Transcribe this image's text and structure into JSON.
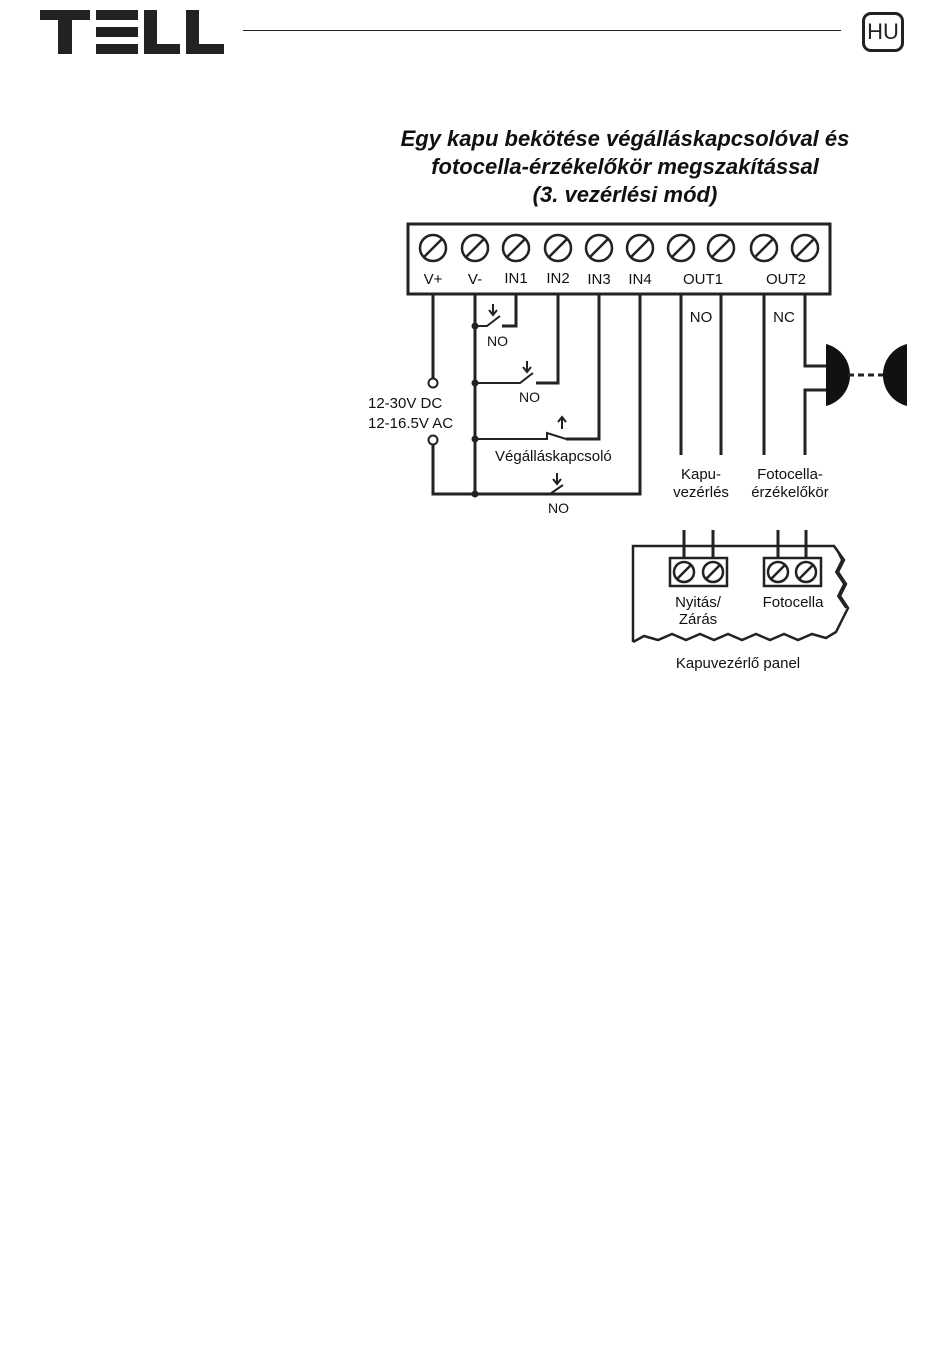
{
  "header": {
    "logo_text": "TELL",
    "language_badge": "HU"
  },
  "diagram": {
    "title_lines": [
      "Egy kapu bekötése végálláskapcsolóval és",
      "fotocella-érzékelőkör megszakítással",
      "(3. vezérlési mód)"
    ],
    "terminals": [
      "V+",
      "V-",
      "IN1",
      "IN2",
      "IN3",
      "IN4",
      "OUT1",
      "OUT2"
    ],
    "out1_contact": "NO",
    "out2_contact": "NC",
    "supply": [
      "12-30V DC",
      "12-16.5V AC"
    ],
    "in1_contact": "NO",
    "in2_contact": "NO",
    "in3_switch": "Végálláskapcsoló",
    "in4_contact": "NO",
    "out1_function": [
      "Kapu-",
      "vezérlés"
    ],
    "out2_function": [
      "Fotocella-",
      "érzékelőkör"
    ],
    "panel_inputs": [
      {
        "label_lines": [
          "Nyitás/",
          "Zárás"
        ]
      },
      {
        "label_lines": [
          "Fotocella"
        ]
      }
    ],
    "panel_name": "Kapuvezérlő panel"
  },
  "colors": {
    "ink": "#1a1a1a",
    "background": "#ffffff"
  }
}
